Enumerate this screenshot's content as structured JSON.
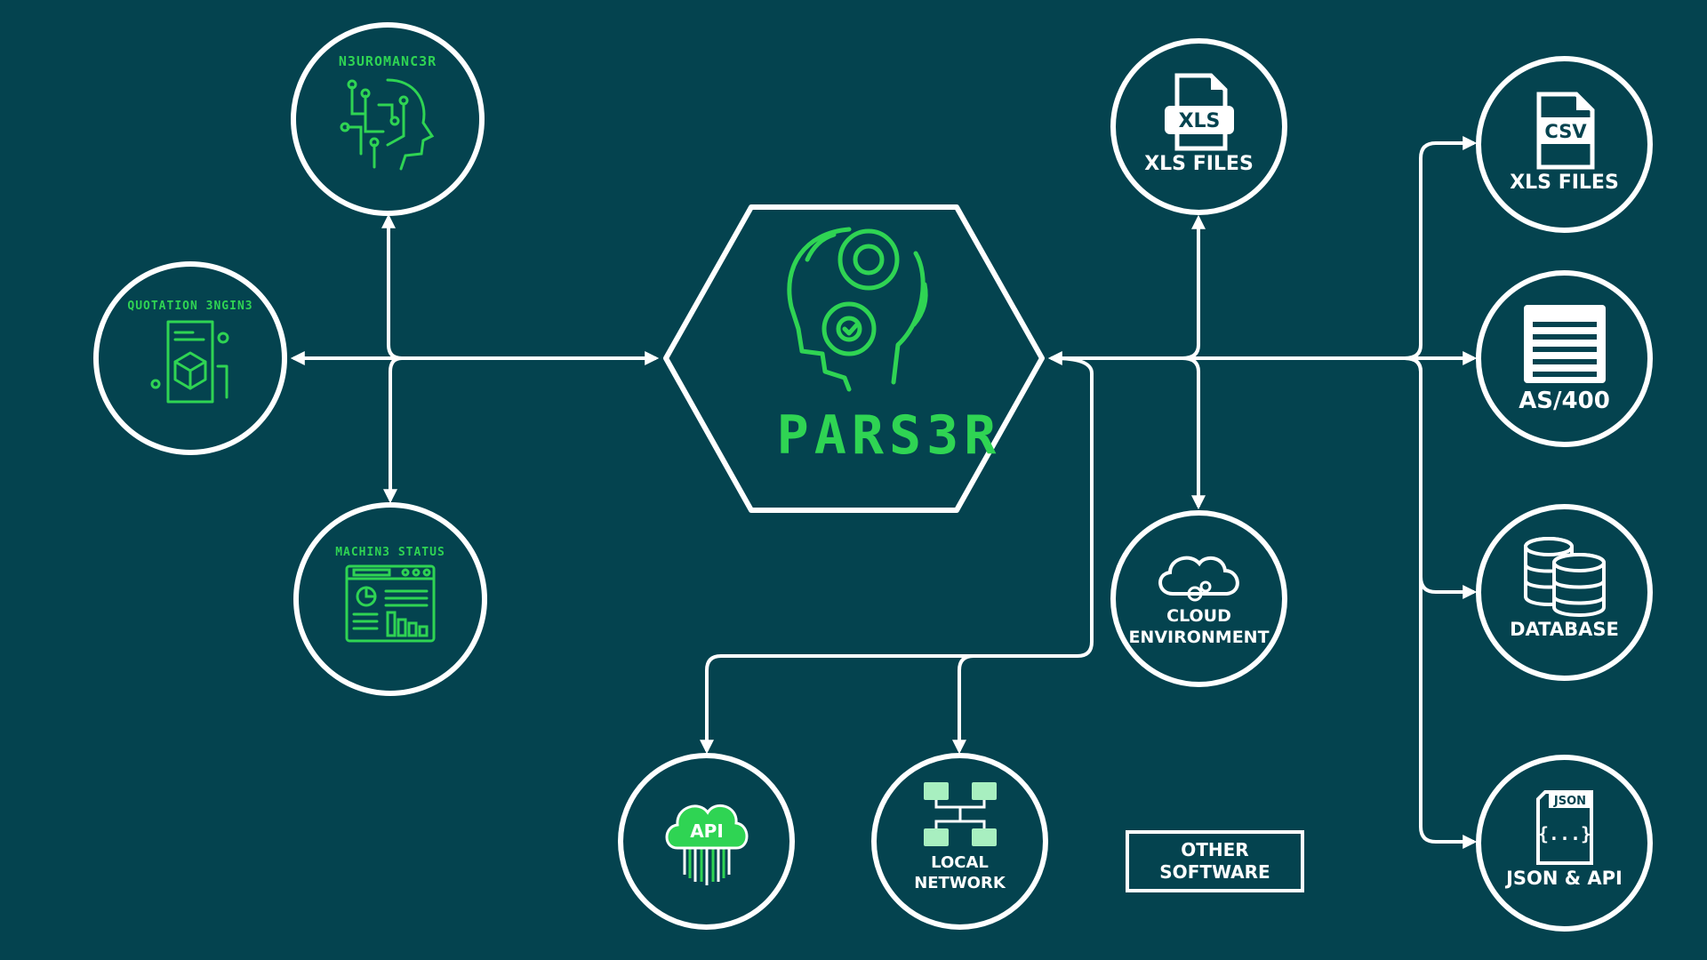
{
  "center": {
    "title": "PARS3R",
    "icon": "head-gears-icon"
  },
  "left_nodes": {
    "neuromancer": {
      "label": "N3UROMANC3R",
      "icon": "ai-head-circuit-icon"
    },
    "quotation": {
      "label": "QUOTATION 3NGIN3",
      "icon": "document-cube-icon"
    },
    "machine_status": {
      "label": "MACHIN3 STATUS",
      "icon": "dashboard-chart-icon"
    }
  },
  "right_nodes": {
    "xls_top": {
      "label": "XLS FILES",
      "icon_text": "XLS",
      "icon": "xls-file-icon"
    },
    "cloud": {
      "line1": "CLOUD",
      "line2": "ENVIRONMENT",
      "icon": "cloud-gears-icon"
    },
    "csv": {
      "label": "XLS FILES",
      "icon_text": "CSV",
      "icon": "csv-file-icon"
    },
    "as400": {
      "label": "AS/400",
      "icon": "document-lines-icon"
    },
    "database": {
      "label": "DATABASE",
      "icon": "database-icon"
    },
    "json": {
      "label": "JSON & API",
      "icon_text": "JSON",
      "icon_body": "{...}",
      "icon": "json-file-icon"
    }
  },
  "bottom_nodes": {
    "api": {
      "icon_text": "API",
      "icon": "api-cloud-icon"
    },
    "local": {
      "line1": "LOCAL",
      "line2": "NETWORK",
      "icon": "network-computers-icon"
    }
  },
  "other_software": {
    "line1": "OTHER",
    "line2": "SOFTWARE"
  },
  "colors": {
    "background": "#04434f",
    "accent_green": "#2fd453",
    "line": "#ffffff"
  }
}
